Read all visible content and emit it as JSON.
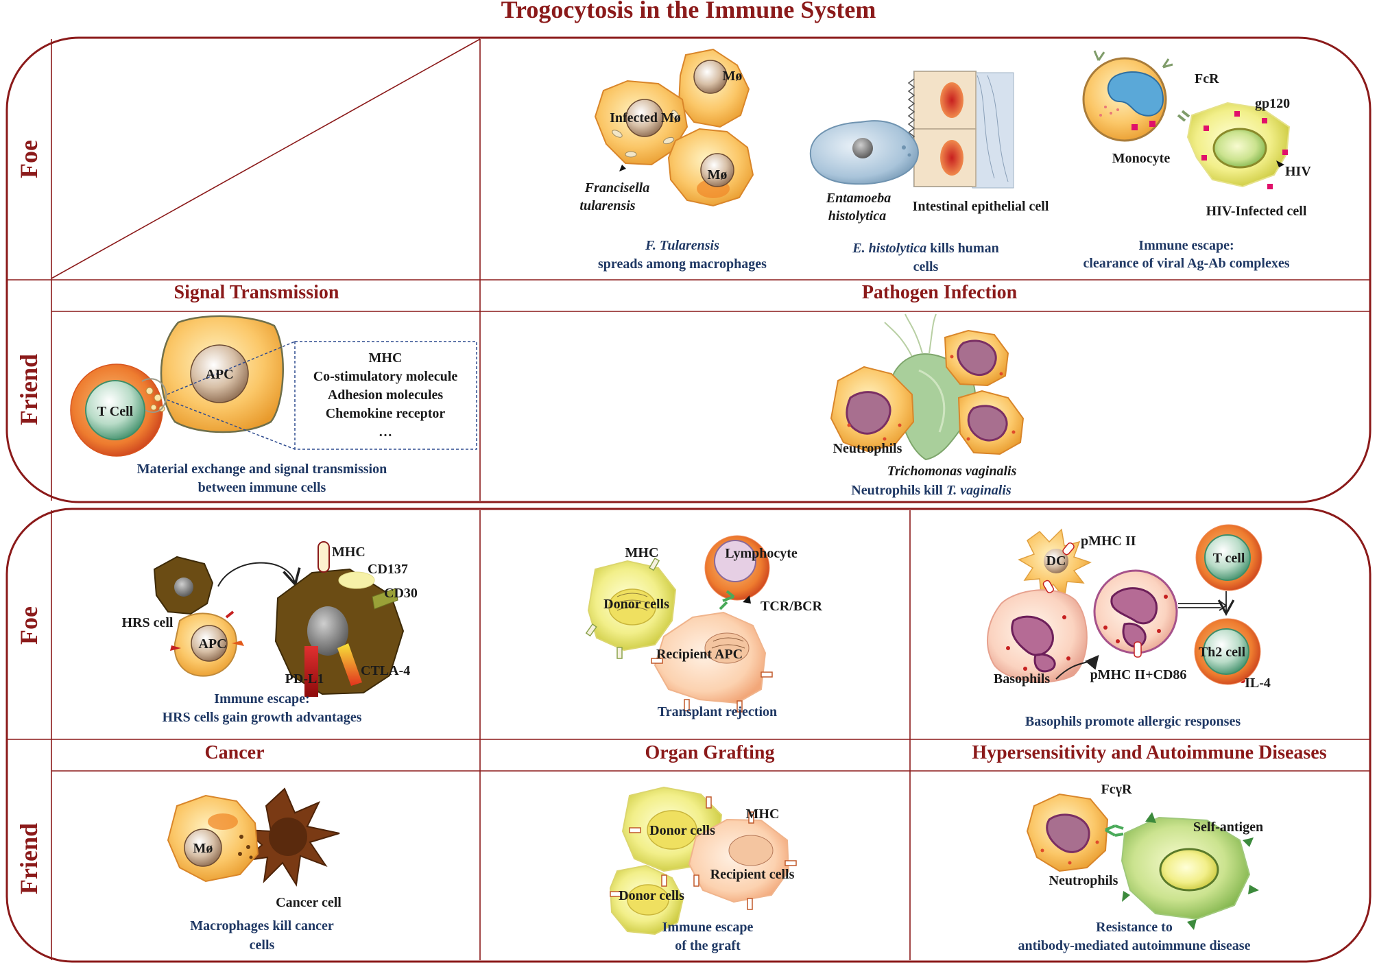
{
  "title": "Trogocytosis in the Immune System",
  "top": {
    "foe_label": "Foe",
    "friend_label": "Friend",
    "headers": {
      "left": "Signal Transmission",
      "right": "Pathogen Infection"
    },
    "foe": {
      "francisella": {
        "mo1": "Mø",
        "mo2": "Mø",
        "infected": "Infected Mø",
        "species1": "Francisella",
        "species2": "tularensis",
        "cap1": "F. Tularensis",
        "cap2": "spreads among macrophages"
      },
      "entamoeba": {
        "species1": "Entamoeba",
        "species2": "histolytica",
        "epithelial": "Intestinal epithelial cell",
        "cap1_it": "E. histolytica",
        "cap1_rest": " kills human",
        "cap2": "cells"
      },
      "hiv": {
        "fcr": "FcR",
        "gp120": "gp120",
        "monocyte": "Monocyte",
        "hiv": "HIV",
        "infected": "HIV-Infected cell",
        "cap1": "Immune escape:",
        "cap2": "clearance of viral Ag-Ab complexes"
      }
    },
    "friend": {
      "signal": {
        "apc": "APC",
        "tcell": "T Cell",
        "box": [
          "MHC",
          "Co-stimulatory molecule",
          "Adhesion molecules",
          "Chemokine receptor",
          "…"
        ],
        "cap1": "Material exchange and signal transmission",
        "cap2": "between immune cells"
      },
      "tricho": {
        "neutrophils": "Neutrophils",
        "species": "Trichomonas vaginalis",
        "cap_rest": "Neutrophils kill  ",
        "cap_it": "T. vaginalis"
      }
    }
  },
  "bottom": {
    "foe_label": "Foe",
    "friend_label": "Friend",
    "headers": {
      "left": "Cancer",
      "mid": "Organ Grafting",
      "right": "Hypersensitivity and Autoimmune Diseases"
    },
    "foe": {
      "hrs": {
        "hrs_cell": "HRS cell",
        "apc": "APC",
        "mhc": "MHC",
        "cd137": "CD137",
        "cd30": "CD30",
        "pdl1": "PD-L1",
        "ctla4": "CTLA-4",
        "cap1": "Immune escape:",
        "cap2": "HRS cells gain growth advantages"
      },
      "transplant": {
        "mhc": "MHC",
        "lymphocyte": "Lymphocyte",
        "donor": "Donor cells",
        "tcr": "TCR/BCR",
        "recipient": "Recipient APC",
        "cap": "Transplant rejection"
      },
      "allergy": {
        "dc": "DC",
        "pmhc": "pMHC II",
        "tcell": "T cell",
        "basophils": "Basophils",
        "pmhc_cd86": "pMHC II+CD86",
        "th2": "Th2 cell",
        "il4": "IL-4",
        "cap": "Basophils promote allergic responses"
      }
    },
    "friend": {
      "cancer": {
        "mo": "Mø",
        "cancer_cell": "Cancer cell",
        "cap1": "Macrophages kill  cancer",
        "cap2": "cells"
      },
      "graft": {
        "donor1": "Donor cells",
        "mhc": "MHC",
        "recipient": "Recipient cells",
        "donor2": "Donor cells",
        "cap1": "Immune escape",
        "cap2": "of the graft"
      },
      "autoimmune": {
        "fcgr": "FcγR",
        "self_antigen": "Self-antigen",
        "neutrophils": "Neutrophils",
        "cap1": "Resistance to",
        "cap2": "antibody-mediated autoimmune disease"
      }
    }
  }
}
